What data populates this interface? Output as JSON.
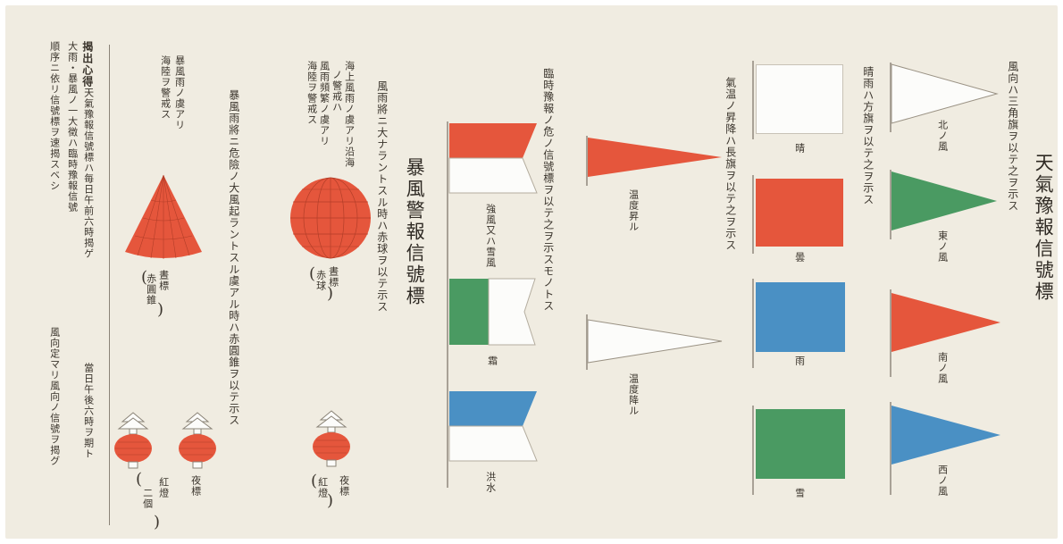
{
  "title_weather": "天氣豫報信號標",
  "wind": {
    "caption": "風向ハ三角旗ヲ以テ之ヲ示ス",
    "north": "北ノ風",
    "east": "東ノ風",
    "south": "南ノ風",
    "west": "西ノ風"
  },
  "weather": {
    "caption": "晴雨ハ方旗ヲ以テ之ヲ示ス",
    "fine": "晴",
    "cloudy": "曇",
    "rain": "雨",
    "snow": "雪"
  },
  "temperature": {
    "caption": "氣温ノ昇降ハ長旗ヲ以テ之ヲ示ス",
    "rise": "温度昇ル",
    "fall": "温度降ル"
  },
  "special": {
    "caption": "臨時豫報ノ危ノ信號標ヲ以テ之ヲ示スモノトス",
    "flood": "洪水",
    "frost": "霜",
    "strong_wind": "強風又ハ雪風"
  },
  "title_storm": "暴風警報信號標",
  "storm": {
    "caption": "風雨將ニ大ナラントスル時ハ赤球ヲ以テ示ス",
    "ball_note_1": "海上風雨ノ虞アリ沿海",
    "ball_note_2": "ノ警戒ハ",
    "ball_note_3": "風雨頻繁ノ虞アリ",
    "ball_note_4": "海陸ヲ警戒ス",
    "ball_label": "晝標",
    "ball_color": "赤球",
    "danger_caption": "暴風雨將ニ危險ノ大風起ラントスル虞アル時ハ赤圓錐ヲ以テ示ス",
    "cone_note_1": "暴風雨ノ虞アリ",
    "cone_note_2": "海陸ヲ警戒ス",
    "cone_label": "晝標",
    "cone_color": "赤圓錐"
  },
  "night": {
    "single_label": "夜標",
    "single_color": "紅燈",
    "double_label": "夜標",
    "double_color": "紅燈",
    "double_count": "二個"
  },
  "notice": {
    "heading": "揭出心得",
    "line1": "天氣豫報信號標ハ毎日午前六時揭ゲ",
    "line2": "當日午後六時ヲ期ト",
    "line3": "大雨・暴風ノ一大徵ハ臨時豫報信號",
    "line4": "順序ニ依リ信號標ヲ速揭スベシ",
    "line5": "風向定マリ風向ノ信號ヲ揭グ"
  },
  "colors": {
    "paper": "#f0ece1",
    "red": "#e5563c",
    "green": "#4a9a62",
    "blue": "#4a90c4",
    "white": "#fcfcfa",
    "ink": "#3a342c"
  }
}
